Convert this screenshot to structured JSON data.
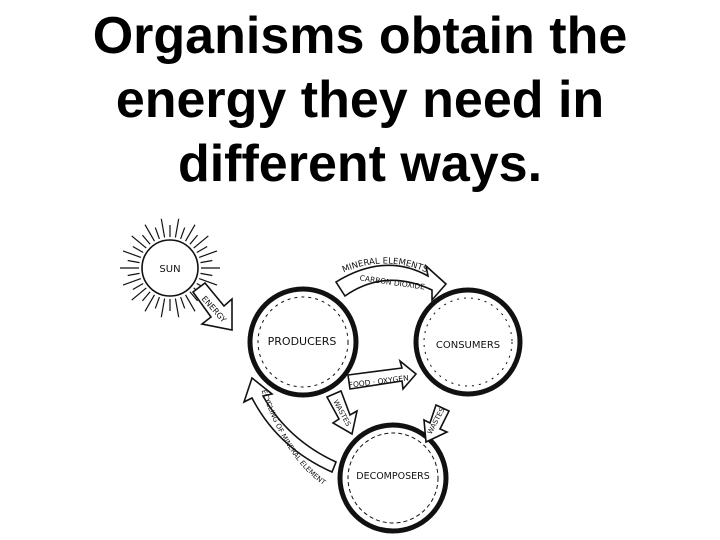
{
  "title_lines": [
    "Organisms obtain the",
    "energy they need in",
    "different ways."
  ],
  "diagram": {
    "sun": "SUN",
    "energy": "ENERGY",
    "mineral_elements": "MINERAL ELEMENTS",
    "carbon_dioxide": "CARBON DIOXIDE",
    "producers": "PRODUCERS",
    "consumers": "CONSUMERS",
    "decomposers": "DECOMPOSERS",
    "food_oxygen": "FOOD · OXYGEN",
    "wastes_left": "WASTES",
    "wastes_right": "WASTES",
    "recycling": "RECYCLING OF MINERAL ELEMENTS"
  },
  "colors": {
    "ink": "#111111",
    "background": "#ffffff"
  }
}
